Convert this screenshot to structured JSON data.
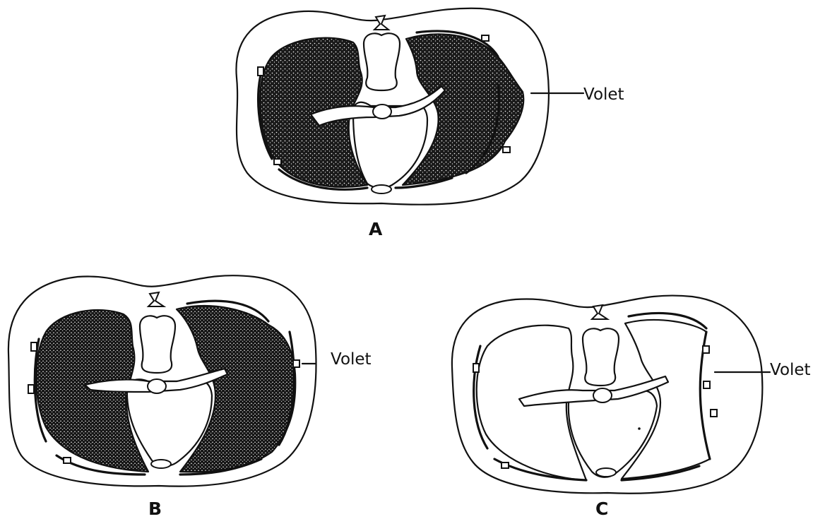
{
  "figure": {
    "panels": [
      {
        "id": "A",
        "caption": "A",
        "flap_label": "Volet"
      },
      {
        "id": "B",
        "caption": "B",
        "flap_label": "Volet"
      },
      {
        "id": "C",
        "caption": "C",
        "flap_label": "Volet"
      }
    ]
  }
}
